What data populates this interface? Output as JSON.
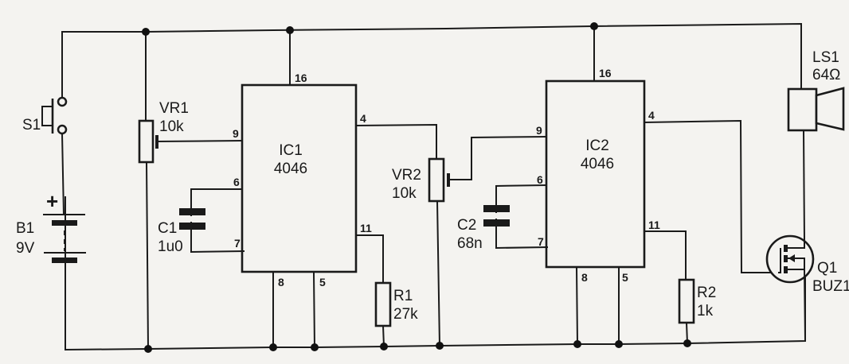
{
  "diagram": {
    "type": "circuit-schematic",
    "components": {
      "S1": {
        "ref": "S1",
        "kind": "push-button switch"
      },
      "B1": {
        "ref": "B1",
        "value": "9V",
        "polarity": "+"
      },
      "VR1": {
        "ref": "VR1",
        "value": "10k"
      },
      "C1": {
        "ref": "C1",
        "value": "1u0"
      },
      "IC1": {
        "ref": "IC1",
        "value": "4046",
        "pins": {
          "vdd": "16",
          "in": "9",
          "c1": "6",
          "c2": "7",
          "out": "4",
          "r": "11",
          "gnd": "8",
          "inh": "5"
        }
      },
      "R1": {
        "ref": "R1",
        "value": "27k"
      },
      "VR2": {
        "ref": "VR2",
        "value": "10k"
      },
      "C2": {
        "ref": "C2",
        "value": "68n"
      },
      "IC2": {
        "ref": "IC2",
        "value": "4046",
        "pins": {
          "vdd": "16",
          "in": "9",
          "c1": "6",
          "c2": "7",
          "out": "4",
          "r": "11",
          "gnd": "8",
          "inh": "5"
        }
      },
      "R2": {
        "ref": "R2",
        "value": "1k"
      },
      "LS1": {
        "ref": "LS1",
        "value": "64Ω"
      },
      "Q1": {
        "ref": "Q1",
        "value": "BUZ1"
      }
    },
    "colors": {
      "ink": "#1a1a1a",
      "paper": "#f4f3f0"
    }
  }
}
